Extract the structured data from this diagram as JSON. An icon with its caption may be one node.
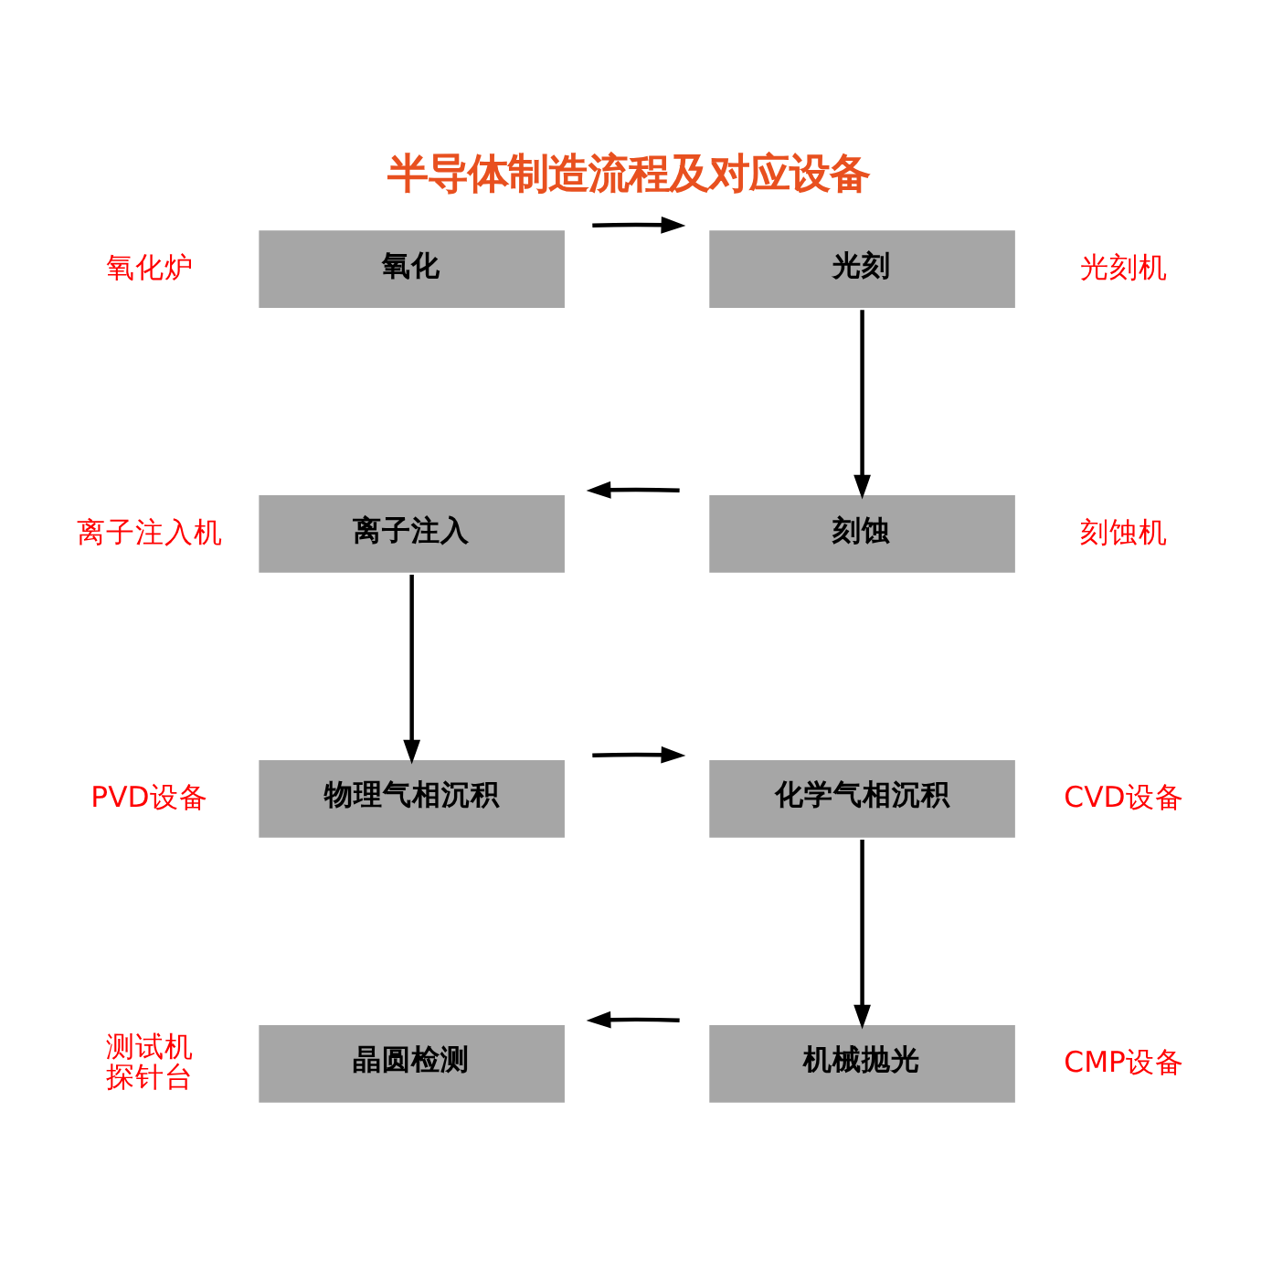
{
  "diagram": {
    "title": "半导体制造流程及对应设备",
    "nodes": [
      {
        "text": [
          "氧化"
        ],
        "beside": [
          "氧化炉"
        ]
      },
      {
        "text": [
          "光刻"
        ],
        "beside": [
          "光刻机"
        ]
      },
      {
        "text": [
          "刻蚀"
        ],
        "beside": [
          "刻蚀机"
        ]
      },
      {
        "text": [
          "离子注入"
        ],
        "beside": [
          "离子注入机"
        ]
      },
      {
        "text": [
          "物理气相沉积"
        ],
        "beside": [
          "PVD设备"
        ]
      },
      {
        "text": [
          "化学气相沉积"
        ],
        "beside": [
          "CVD设备"
        ]
      },
      {
        "text": [
          "机械抛光"
        ],
        "beside": [
          "CMP设备"
        ]
      },
      {
        "text": [
          "晶圆检测"
        ],
        "beside": [
          "测试机",
          "探针台"
        ]
      }
    ],
    "edges": [
      {
        "from": 0,
        "to": 1,
        "arrow": "to"
      },
      {
        "from": 1,
        "to": 2,
        "arrow": "to"
      },
      {
        "from": 2,
        "to": 3,
        "arrow": "to"
      },
      {
        "from": 3,
        "to": 4,
        "arrow": "to"
      },
      {
        "from": 4,
        "to": 5,
        "arrow": "to"
      },
      {
        "from": 5,
        "to": 6,
        "arrow": "to"
      },
      {
        "from": 6,
        "to": 7,
        "arrow": "to"
      }
    ]
  }
}
